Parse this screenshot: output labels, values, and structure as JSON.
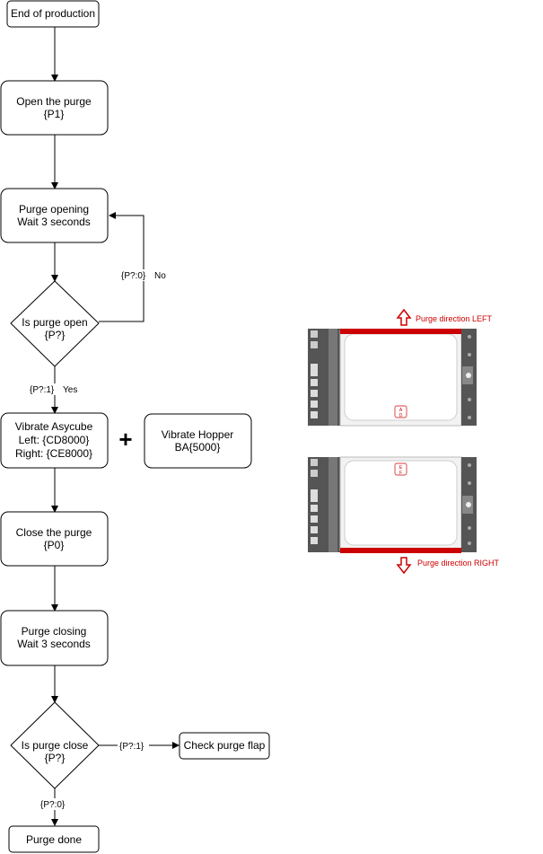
{
  "nodes": {
    "end_of_production": "End of production",
    "open_purge": [
      "Open the purge",
      "{P1}"
    ],
    "purge_opening": [
      "Purge opening",
      "Wait 3 seconds"
    ],
    "is_purge_open": [
      "Is purge open",
      "{P?}"
    ],
    "vibrate_asycube": [
      "Vibrate Asycube",
      "Left: {CD8000}",
      "Right: {CE8000}"
    ],
    "vibrate_hopper": [
      "Vibrate Hopper",
      "BA{5000}"
    ],
    "close_purge": [
      "Close the purge",
      "{P0}"
    ],
    "purge_closing": [
      "Purge closing",
      "Wait 3 seconds"
    ],
    "is_purge_close": [
      "Is purge close",
      "{P?}"
    ],
    "check_purge_flap": "Check purge flap",
    "purge_done": "Purge done"
  },
  "edges": {
    "open_no_cond": "{P?:0}",
    "open_no_label": "No",
    "open_yes_cond": "{P?:1}",
    "open_yes_label": "Yes",
    "close_fail_cond": "{P?:1}",
    "close_ok_cond": "{P?:0}"
  },
  "plus_symbol": "+",
  "illustration": {
    "top_caption": "Purge direction LEFT",
    "bottom_caption": "Purge direction RIGHT",
    "top_mark": [
      "A",
      "D"
    ],
    "bottom_mark": [
      "E",
      "F"
    ]
  },
  "colors": {
    "stroke": "#000000",
    "node_fill": "#ffffff",
    "purge_red": "#cc0000",
    "rail_gray": "#555555"
  }
}
